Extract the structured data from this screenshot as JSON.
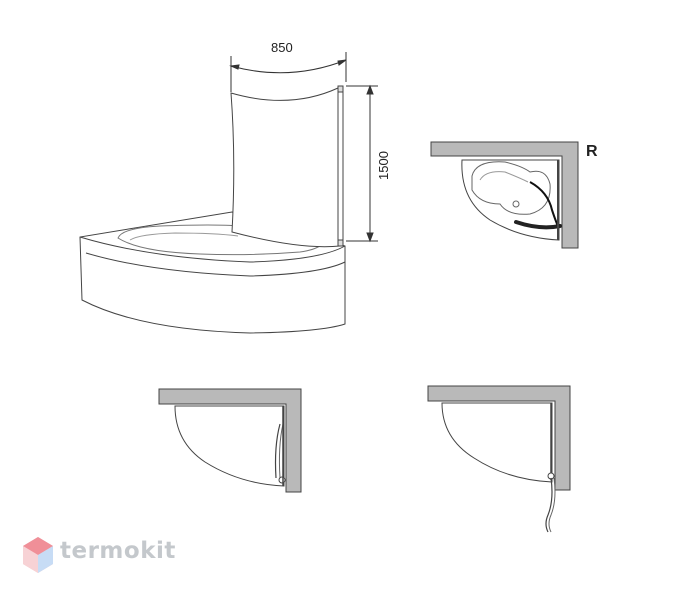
{
  "dimensions": {
    "width_label": "850",
    "height_label": "1500"
  },
  "plan_top": {
    "side_label": "R"
  },
  "watermark": {
    "brand_text": "termokit"
  }
}
